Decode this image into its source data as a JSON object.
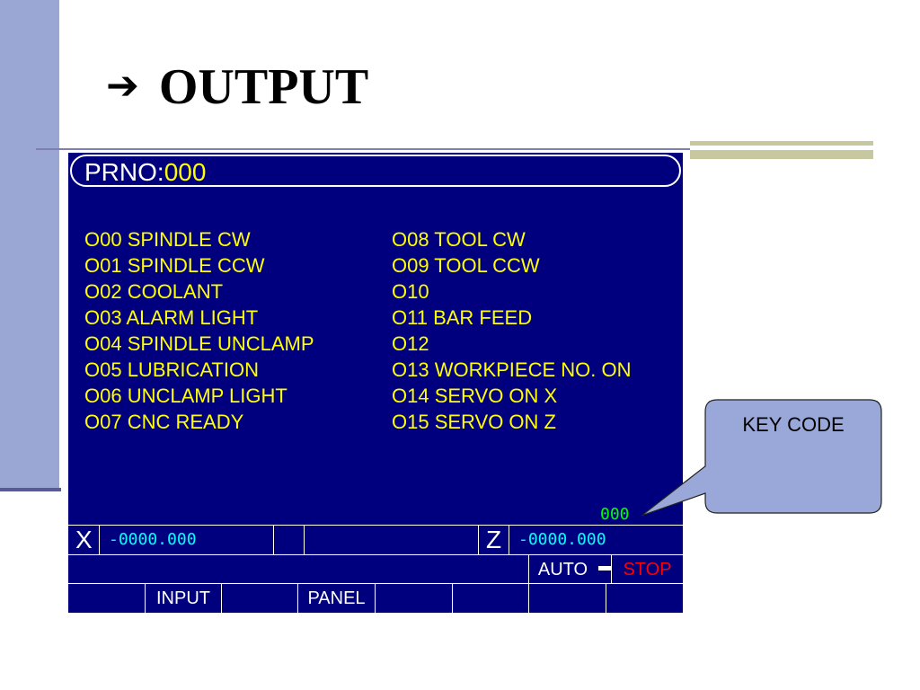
{
  "slide": {
    "title": "OUTPUT",
    "title_icon": "right-arrow-icon"
  },
  "screen": {
    "prno_label": "PRNO:",
    "prno_value": "000",
    "outputs_col1": [
      "O00 SPINDLE CW",
      "O01 SPINDLE CCW",
      "O02 COOLANT",
      "O03 ALARM LIGHT",
      "O04 SPINDLE UNCLAMP",
      "O05 LUBRICATION",
      "O06 UNCLAMP LIGHT",
      "O07 CNC READY"
    ],
    "outputs_col2": [
      "O08 TOOL CW",
      "O09 TOOL CCW",
      "O10",
      "O11 BAR FEED",
      "O12",
      "O13 WORKPIECE NO. ON",
      "O14 SERVO ON X",
      "O15 SERVO ON Z"
    ],
    "key_code_value": "000",
    "x_axis": "X",
    "x_value": "-0000.000",
    "z_axis": "Z",
    "z_value": "-0000.000",
    "mode": "AUTO",
    "state": "STOP",
    "softkeys": [
      "",
      "INPUT",
      "",
      "PANEL",
      "",
      "",
      "",
      ""
    ]
  },
  "callout": {
    "text": "KEY CODE"
  },
  "colors": {
    "screen_bg": "#00007f",
    "output_text": "#ffff00",
    "coord_text": "#00ffff",
    "key_code_text": "#00ff00",
    "stop_text": "#ff0000",
    "callout_fill": "#99a8d8"
  }
}
